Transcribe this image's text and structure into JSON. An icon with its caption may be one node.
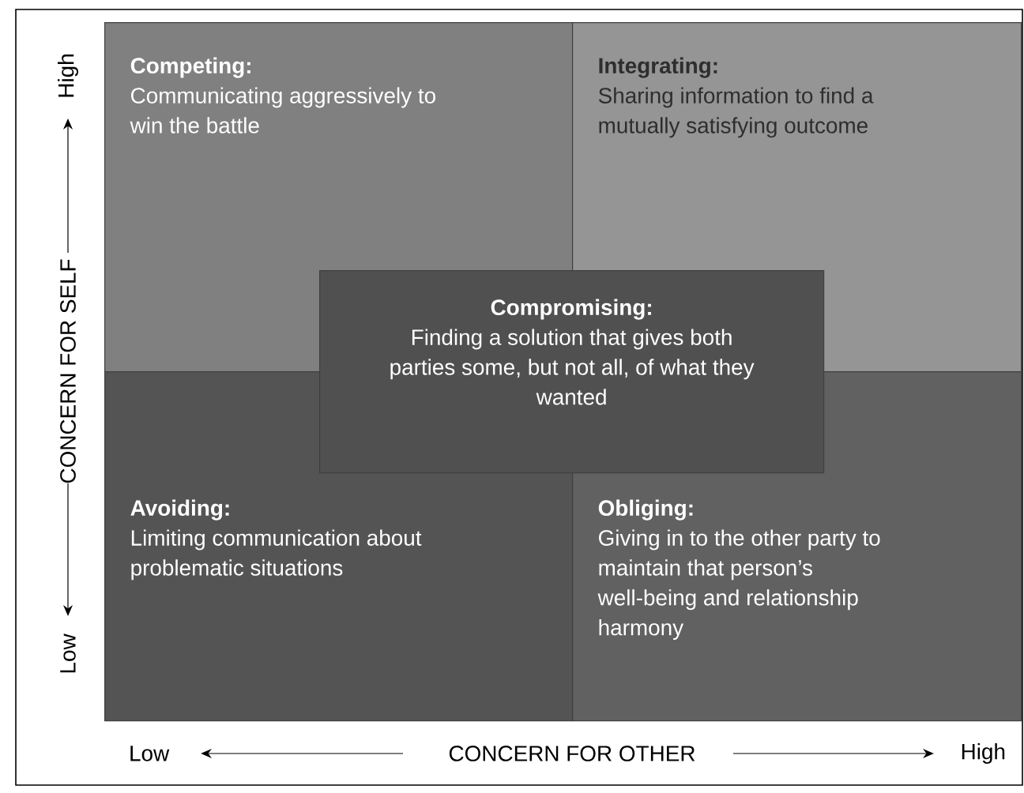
{
  "diagram": {
    "nodes": [
      {
        "text": [
          "Competing:",
          "Communicating aggressively to win the battle"
        ]
      },
      {
        "text": [
          "Integrating:",
          "Sharing information to find a mutually satisfying outcome"
        ]
      },
      {
        "text": [
          "Avoiding:",
          "Limiting communication about problematic situations"
        ]
      },
      {
        "text": [
          "Obliging:",
          "Giving in to the other party to maintain that person’s well-being and relationship harmony"
        ]
      },
      {
        "text": [
          "Compromising:",
          "Finding a solution that gives both parties some, but not all, of what they wanted"
        ]
      }
    ],
    "labels": [
      "High",
      "CONCERN FOR SELF",
      "Low",
      "Low",
      "CONCERN FOR OTHER",
      "High"
    ]
  }
}
